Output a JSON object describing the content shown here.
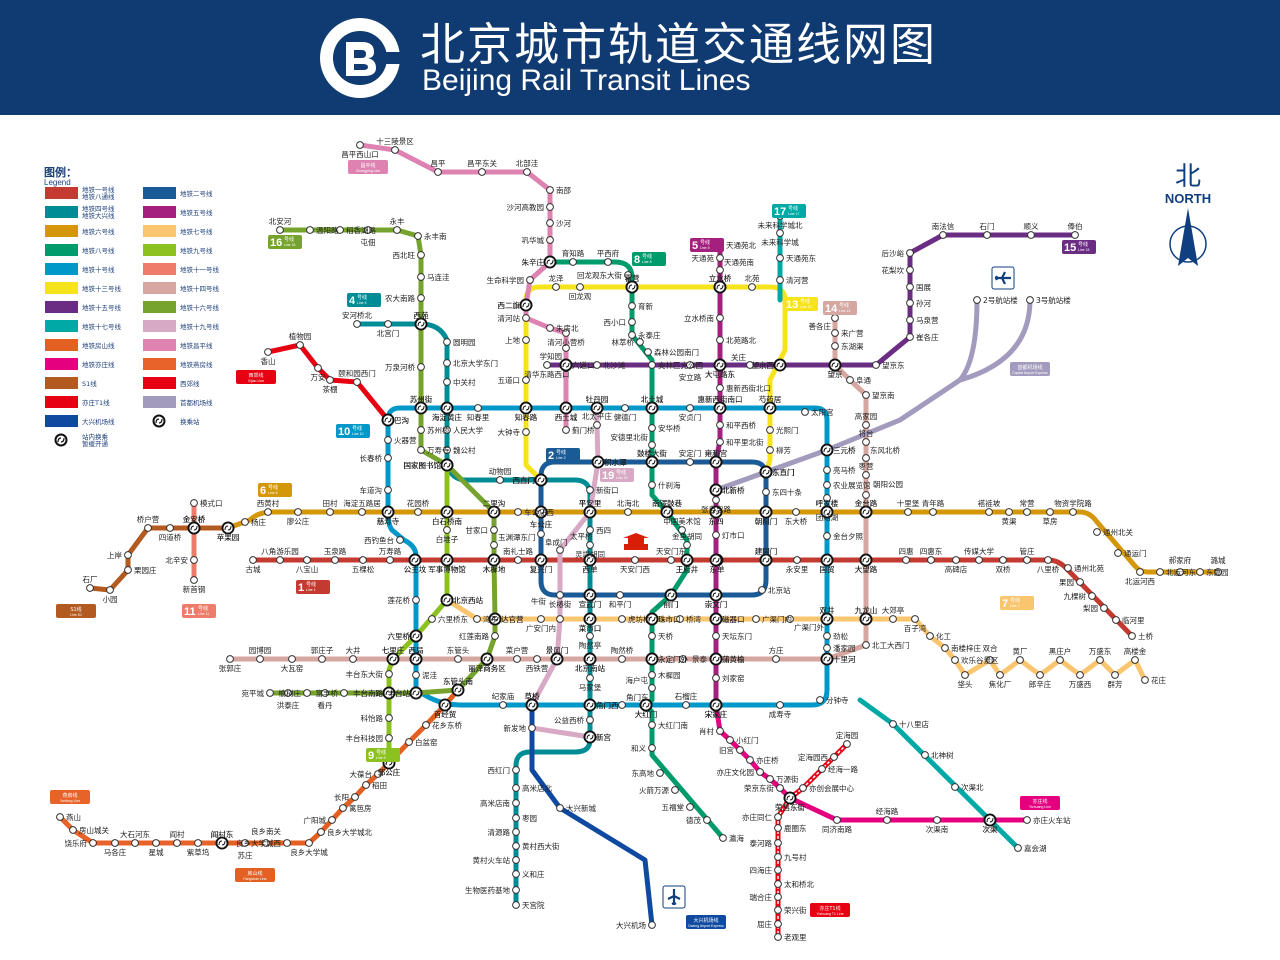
{
  "header": {
    "title_cn": "北京城市轨道交通线网图",
    "title_en": "Beijing Rail Transit Lines"
  },
  "compass": {
    "cn": "北",
    "en": "NORTH"
  },
  "legend": {
    "title_cn": "图例：",
    "title_en": "Legend",
    "items": [
      {
        "label1": "地铁一号线",
        "label2": "地铁八通线",
        "color": "#c23a30"
      },
      {
        "label1": "地铁二号线",
        "color": "#1a5a96"
      },
      {
        "label1": "地铁四号线",
        "label2": "地铁大兴线",
        "color": "#008c95"
      },
      {
        "label1": "地铁五号线",
        "color": "#a4207f"
      },
      {
        "label1": "地铁六号线",
        "color": "#d4970a"
      },
      {
        "label1": "地铁七号线",
        "color": "#f9c56e"
      },
      {
        "label1": "地铁八号线",
        "color": "#009b6b"
      },
      {
        "label1": "地铁九号线",
        "color": "#8cc220"
      },
      {
        "label1": "地铁十号线",
        "color": "#0098c9"
      },
      {
        "label1": "地铁十一号线",
        "color": "#ee7c6b"
      },
      {
        "label1": "地铁十三号线",
        "color": "#f6e31b"
      },
      {
        "label1": "地铁十四号线",
        "color": "#d5a7a0"
      },
      {
        "label1": "地铁十五号线",
        "color": "#6b2c84"
      },
      {
        "label1": "地铁十六号线",
        "color": "#76a32e"
      },
      {
        "label1": "地铁十七号线",
        "color": "#00a9a5"
      },
      {
        "label1": "地铁十九号线",
        "color": "#d8a9c4"
      },
      {
        "label1": "地铁房山线",
        "color": "#e46022"
      },
      {
        "label1": "地铁昌平线",
        "color": "#de82b2"
      },
      {
        "label1": "地铁亦庄线",
        "color": "#e4007f"
      },
      {
        "label1": "地铁燕房线",
        "color": "#e8632a"
      },
      {
        "label1": "S1线",
        "color": "#b35a20"
      },
      {
        "label1": "西郊线",
        "color": "#e60012"
      },
      {
        "label1": "亦庄T1线",
        "color": "#e60012"
      },
      {
        "label1": "首都机场线",
        "color": "#a29bbd"
      },
      {
        "label1": "大兴机场线",
        "color": "#0f4aa0"
      },
      {
        "label1": "换乘站",
        "type": "transfer"
      },
      {
        "label1": "站内换乘",
        "label2": "暂缓开通",
        "type": "transfer"
      }
    ]
  },
  "lines": [
    {
      "id": "L1",
      "color": "#c23a30",
      "badge": {
        "num": "1",
        "cn": "号线",
        "en": "Line 1"
      },
      "stations": [
        "古城",
        "八角游乐园",
        "八宝山",
        "玉泉路",
        "五棵松",
        "万寿路",
        "公主坟",
        "军事博物馆",
        "木樨地",
        "南礼士路",
        "复兴门",
        "西单",
        "天安门西",
        "天安门东",
        "王府井",
        "东单",
        "建国门",
        "永安里",
        "国贸",
        "大望路",
        "四惠",
        "四惠东",
        "高碑店",
        "传媒大学",
        "双桥",
        "管庄",
        "八里桥",
        "通州北苑",
        "果园",
        "九棵树",
        "梨园",
        "临河里",
        "土桥"
      ]
    },
    {
      "id": "L6",
      "color": "#d4970a",
      "badge": {
        "num": "6",
        "cn": "号线",
        "en": "Line 6"
      },
      "stations": [
        "金安桥",
        "苹果园",
        "杨庄",
        "西黄村",
        "廖公庄",
        "田村",
        "海淀五路居",
        "慈寿寺",
        "花园桥",
        "白石桥南",
        "二里沟",
        "车公庄西",
        "车公庄",
        "平安里",
        "北海北",
        "南锣鼓巷",
        "东四",
        "朝阳门",
        "东大桥",
        "呼家楼",
        "金台路",
        "十里堡",
        "青年路",
        "褡裢坡",
        "黄渠",
        "常营",
        "草房",
        "物资学院路",
        "通州北关",
        "通运门",
        "北运河西",
        "北运河东",
        "郝家府",
        "东夏园",
        "潞城"
      ]
    },
    {
      "id": "L2",
      "color": "#1a5a96",
      "badge": {
        "num": "2",
        "cn": "号线",
        "en": "Line 2"
      },
      "stations": [
        "西直门",
        "积水潭",
        "鼓楼大街",
        "安定门",
        "雍和宫",
        "东直门",
        "东四十条",
        "朝阳门",
        "建国门",
        "北京站",
        "崇文门",
        "前门",
        "和平门",
        "宣武门",
        "长椿街",
        "复兴门",
        "阜成门",
        "车公庄"
      ]
    },
    {
      "id": "L4",
      "color": "#008c95",
      "badge": {
        "num": "4",
        "cn": "号线",
        "en": "Line 4"
      },
      "stations": [
        "安河桥北",
        "北宫门",
        "西苑",
        "圆明园",
        "北京大学东门",
        "中关村",
        "海淀黄庄",
        "人民大学",
        "魏公村",
        "国家图书馆",
        "动物园",
        "西直门",
        "新街口",
        "平安里",
        "西四",
        "灵境胡同",
        "西单",
        "宣武门",
        "菜市口",
        "陶然亭",
        "北京南站",
        "马家堡",
        "角门西",
        "公益西桥",
        "新宫",
        "西红门",
        "高米店北",
        "高米店南",
        "枣园",
        "清源路",
        "黄村西大街",
        "黄村火车站",
        "义和庄",
        "生物医药基地",
        "天宫院"
      ]
    },
    {
      "id": "L10",
      "color": "#0098c9",
      "badge": {
        "num": "10",
        "cn": "号线",
        "en": "Line 10"
      },
      "stations": [
        "巴沟",
        "苏州街",
        "海淀黄庄",
        "知春里",
        "知春路",
        "西土城",
        "牡丹园",
        "健德门",
        "北土城",
        "安贞门",
        "惠新西街南口",
        "芍药居",
        "太阳宫",
        "三元桥",
        "亮马桥",
        "农业展览馆",
        "团结湖",
        "呼家楼",
        "金台夕照",
        "国贸",
        "双井",
        "劲松",
        "潘家园",
        "十里河",
        "分钟寺",
        "成寿寺",
        "宋家庄",
        "石榴庄",
        "大红门",
        "角门东",
        "角门西",
        "草桥",
        "纪家庙",
        "首经贸",
        "丰台站",
        "泥洼",
        "西局",
        "六里桥",
        "莲花桥",
        "公主坟",
        "西钓鱼台",
        "慈寿寺",
        "车道沟",
        "长春桥",
        "火器营"
      ]
    },
    {
      "id": "L13",
      "color": "#f6e31b",
      "badge": {
        "num": "13",
        "cn": "号线",
        "en": "Line 13"
      },
      "stations": [
        "西直门",
        "大钟寺",
        "知春路",
        "五道口",
        "上地",
        "西二旗",
        "龙泽",
        "回龙观",
        "霍营",
        "立水桥",
        "北苑",
        "望京西",
        "芍药居",
        "光熙门",
        "柳芳",
        "东直门"
      ]
    },
    {
      "id": "L5",
      "color": "#a4207f",
      "badge": {
        "num": "5",
        "cn": "号线",
        "en": "Line 5"
      },
      "stations": [
        "天通苑北",
        "天通苑",
        "天通苑南",
        "立水桥",
        "立水桥南",
        "北苑路北",
        "大屯路东",
        "惠新西街北口",
        "惠新西街南口",
        "和平西桥",
        "和平里北街",
        "雍和宫",
        "北新桥",
        "张自忠路",
        "东四",
        "灯市口",
        "东单",
        "崇文门",
        "磁器口",
        "天坛东门",
        "蒲黄榆",
        "刘家窑",
        "宋家庄"
      ]
    },
    {
      "id": "L8",
      "color": "#009b6b",
      "badge": {
        "num": "8",
        "cn": "号线",
        "en": "Line 8"
      },
      "stations": [
        "朱辛庄",
        "育知路",
        "平西府",
        "回龙观东大街",
        "霍营",
        "育新",
        "西小口",
        "永泰庄",
        "林萃桥",
        "森林公园南门",
        "北土城",
        "安华桥",
        "安德里北街",
        "鼓楼大街",
        "什刹海",
        "南锣鼓巷",
        "中国美术馆",
        "金鱼胡同",
        "王府井",
        "前门",
        "珠市口",
        "天桥",
        "永定门外",
        "木樨园",
        "海户屯",
        "大红门",
        "大红门南",
        "和义",
        "东高地",
        "火箭万源",
        "五福堂",
        "德茂",
        "瀛海"
      ]
    },
    {
      "id": "L9",
      "color": "#8cc220",
      "badge": {
        "num": "9",
        "cn": "号线",
        "en": "Line 9"
      },
      "stations": [
        "国家图书馆",
        "白石桥南",
        "白堆子",
        "军事博物馆",
        "北京西站",
        "六里桥东",
        "六里桥",
        "七里庄",
        "丰台东大街",
        "丰台南路",
        "科怡路",
        "丰台科技园",
        "郭公庄"
      ]
    },
    {
      "id": "L7",
      "color": "#f9c56e",
      "badge": {
        "num": "7",
        "cn": "号线",
        "en": "Line 7"
      },
      "stations": [
        "北京西站",
        "湾子",
        "达官营",
        "广安门内",
        "菜市口",
        "虎坊桥",
        "珠市口",
        "桥湾",
        "磁器口",
        "广渠门内",
        "广渠门外",
        "双井",
        "九龙山",
        "大郊亭",
        "百子湾",
        "化工",
        "南楼梓庄",
        "欢乐谷景区",
        "垡头",
        "双合",
        "焦化厂",
        "黄厂",
        "郎辛庄",
        "黑庄户",
        "万盛西",
        "万盛东",
        "群芳",
        "高楼金",
        "花庄"
      ]
    },
    {
      "id": "L14",
      "color": "#d5a7a0",
      "badge": {
        "num": "14",
        "cn": "号线",
        "en": "Line 14"
      },
      "stations": [
        "张郭庄",
        "园博园",
        "大瓦窑",
        "郭庄子",
        "大井",
        "七里庄",
        "西局",
        "东管头",
        "丽泽商务区",
        "菜户营",
        "西铁营",
        "景风门",
        "北京南站",
        "陶然桥",
        "永定门外",
        "景泰",
        "蒲黄榆",
        "方庄",
        "十里河",
        "北工大西门",
        "九龙山",
        "大望路",
        "金台路",
        "朝阳公园",
        "枣营",
        "东风北桥",
        "将台",
        "高家园",
        "望京南",
        "阜通",
        "望京",
        "东湖渠",
        "来广营",
        "善各庄"
      ]
    },
    {
      "id": "L15",
      "color": "#6b2c84",
      "badge": {
        "num": "15",
        "cn": "号线",
        "en": "Line 15"
      },
      "stations": [
        "清华东路西口",
        "六道口",
        "北沙滩",
        "奥林匹克公园",
        "安立路",
        "大屯路东",
        "关庄",
        "望京西",
        "望京",
        "望京东",
        "崔各庄",
        "马泉营",
        "孙河",
        "国展",
        "花梨坎",
        "后沙峪",
        "南法信",
        "石门",
        "顺义",
        "俸伯"
      ]
    },
    {
      "id": "L16",
      "color": "#76a32e",
      "badge": {
        "num": "16",
        "cn": "号线",
        "en": "Line 16"
      },
      "stations": [
        "北安河",
        "温阳路",
        "稻香湖路",
        "屯佃",
        "永丰",
        "永丰南",
        "西北旺",
        "马连洼",
        "农大南路",
        "西苑",
        "万泉河桥",
        "苏州街",
        "苏州桥",
        "万寿寺",
        "国家图书馆",
        "二里沟",
        "甘家口",
        "玉渊潭东门",
        "木樨地",
        "达官营",
        "红莲南路",
        "丽泽商务区",
        "东管头南",
        "丰台站",
        "丰台南路",
        "富丰桥",
        "看丹",
        "榆树庄",
        "洪泰庄",
        "宛平城"
      ]
    },
    {
      "id": "L17",
      "color": "#00a9a5",
      "badge": {
        "num": "17",
        "cn": "号线",
        "en": "Line 17"
      },
      "stations": [
        "未来科学城北",
        "未来科学城",
        "天通苑东",
        "清河营",
        "十八里店",
        "北神树",
        "次渠北",
        "次渠",
        "嘉会湖"
      ]
    },
    {
      "id": "L19",
      "color": "#d8a9c4",
      "badge": {
        "num": "19",
        "cn": "号线",
        "en": "Line 19"
      },
      "stations": [
        "牡丹园",
        "北太平庄",
        "积水潭",
        "平安里",
        "太平桥",
        "牛街",
        "景风门",
        "草桥",
        "新发地",
        "新宫"
      ]
    },
    {
      "id": "CP",
      "color": "#de82b2",
      "badge": {
        "num": "",
        "cn": "昌平线",
        "en": "Changping Line"
      },
      "stations": [
        "昌平西山口",
        "十三陵景区",
        "昌平",
        "昌平东关",
        "北部洼",
        "南邵",
        "沙河高教园",
        "沙河",
        "巩华城",
        "朱辛庄",
        "生命科学园",
        "西二旗",
        "清河站",
        "朱房北",
        "清河小营桥",
        "学知园",
        "六道口",
        "西土城",
        "蓟门桥"
      ]
    },
    {
      "id": "FS",
      "color": "#e46022",
      "badge": {
        "num": "",
        "cn": "房山线",
        "en": "Fangshan Line"
      },
      "stations": [
        "东管头南",
        "首经贸",
        "花乡东桥",
        "白盆窑",
        "郭公庄",
        "大葆台",
        "稻田",
        "长阳",
        "篱笆房",
        "广阳城",
        "良乡大学城北",
        "良乡大学城",
        "良乡大学城西",
        "良乡南关",
        "苏庄",
        "阎村东"
      ]
    },
    {
      "id": "YF",
      "color": "#e8632a",
      "badge": {
        "num": "",
        "cn": "燕房线",
        "en": "Yanfang Line"
      },
      "stations": [
        "阎村东",
        "紫草坞",
        "阎村",
        "星城",
        "大石河东",
        "马各庄",
        "饶乐府",
        "房山城关",
        "燕山"
      ]
    },
    {
      "id": "YZ",
      "color": "#e4007f",
      "badge": {
        "num": "",
        "cn": "亦庄线",
        "en": "Yizhuang Line"
      },
      "stations": [
        "宋家庄",
        "肖村",
        "小红门",
        "旧宫",
        "亦庄桥",
        "亦庄文化园",
        "万源街",
        "荣京东街",
        "荣昌东街",
        "同济南路",
        "经海路",
        "次渠南",
        "次渠",
        "亦庄火车站"
      ]
    },
    {
      "id": "T1",
      "color": "#e60012",
      "badge": {
        "num": "",
        "cn": "亦庄T1线",
        "en": "Yizhuang T1 Line"
      },
      "stations": [
        "定海园",
        "定海园西",
        "经海一路",
        "亦创会展中心",
        "荣昌东街",
        "亦庄同仁",
        "鹿圈东",
        "泰河路",
        "九号村",
        "四海庄",
        "太和桥北",
        "瑞合庄",
        "荣兴街",
        "屈庄",
        "老观里"
      ]
    },
    {
      "id": "S1",
      "color": "#b35a20",
      "badge": {
        "num": "",
        "cn": "S1线",
        "en": "Line S1"
      },
      "stations": [
        "石厂",
        "小园",
        "栗园庄",
        "上岸",
        "桥户营",
        "四道桥",
        "金安桥",
        "苹果园"
      ]
    },
    {
      "id": "L11",
      "color": "#ee7c6b",
      "badge": {
        "num": "11",
        "cn": "号线",
        "en": "Line 11"
      },
      "stations": [
        "模式口",
        "金安桥",
        "北辛安",
        "新首钢"
      ]
    },
    {
      "id": "XJ",
      "color": "#e60012",
      "badge": {
        "num": "",
        "cn": "西郊线",
        "en": "Xijiao Line"
      },
      "stations": [
        "香山",
        "植物园",
        "万安",
        "茶棚",
        "颐和园西门",
        "巴沟"
      ]
    },
    {
      "id": "CA",
      "color": "#a29bbd",
      "badge": {
        "num": "",
        "cn": "首都机场线",
        "en": "Capital Airport Express"
      },
      "stations": [
        "北新桥",
        "东直门",
        "三元桥",
        "2号航站楼",
        "3号航站楼"
      ]
    },
    {
      "id": "DA",
      "color": "#0f4aa0",
      "badge": {
        "num": "",
        "cn": "大兴机场线",
        "en": "Daxing Airport Express"
      },
      "stations": [
        "草桥",
        "大兴新城",
        "大兴机场"
      ]
    }
  ]
}
